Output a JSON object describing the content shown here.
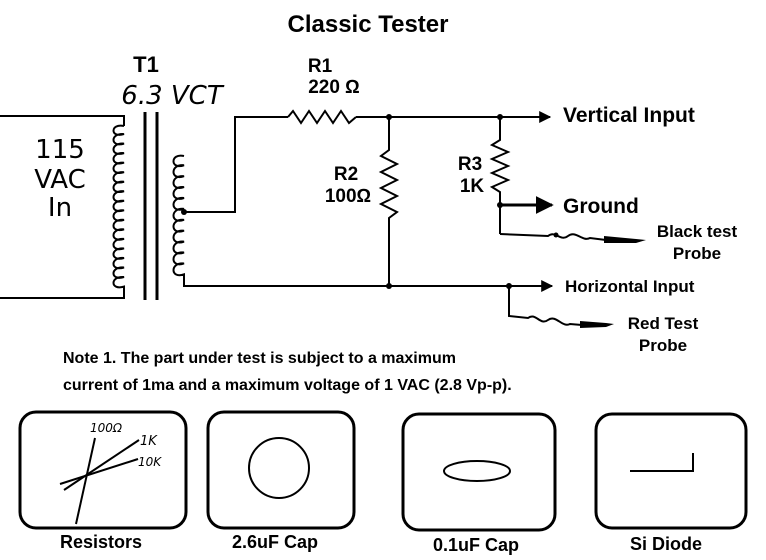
{
  "title": "Classic Tester",
  "transformer": {
    "label": "T1",
    "rating": "6.3 VCT",
    "primary_lines": [
      "115",
      "VAC",
      "In"
    ]
  },
  "r1": {
    "label": "R1",
    "value": "220 Ω"
  },
  "r2": {
    "label": "R2",
    "value": "100Ω"
  },
  "r3": {
    "label": "R3",
    "value": "1K"
  },
  "outputs": {
    "vertical": "Vertical Input",
    "ground": "Ground",
    "horizontal": "Horizontal Input"
  },
  "probes": {
    "black": [
      "Black test",
      "Probe"
    ],
    "red": [
      "Red Test",
      "Probe"
    ]
  },
  "note": [
    "Note 1.  The part under test is subject to a maximum",
    "current of 1ma  and a maximum voltage of 1 VAC (2.8 Vp-p)."
  ],
  "panels": {
    "resistors": {
      "caption": "Resistors",
      "lines": [
        "100Ω",
        "1K",
        "10K"
      ]
    },
    "cap_2_6": {
      "caption": "2.6uF Cap"
    },
    "cap_0_1": {
      "caption": "0.1uF Cap"
    },
    "diode": {
      "caption": "Si Diode"
    }
  }
}
